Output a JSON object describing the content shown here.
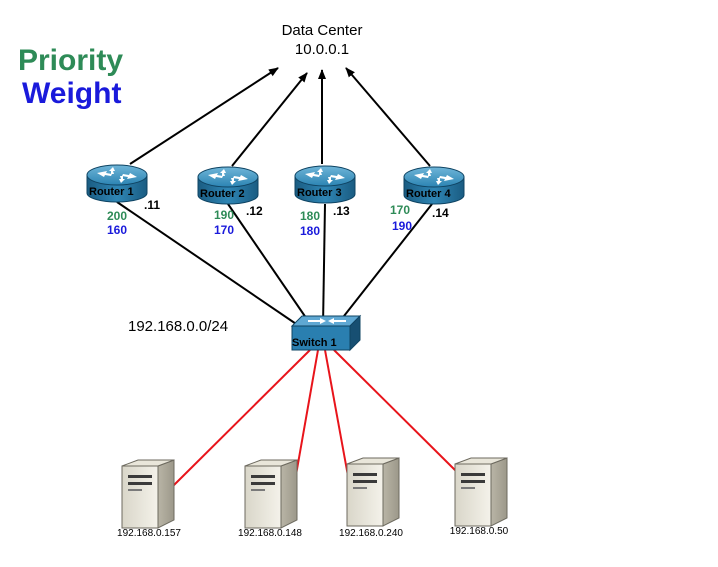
{
  "data_center": {
    "name": "Data Center",
    "address": "10.0.0.1"
  },
  "legend": {
    "priority": {
      "label": "Priority",
      "color": "#2e8b57"
    },
    "weight": {
      "label": "Weight",
      "color": "#1a1adb"
    }
  },
  "subnet": "192.168.0.0/24",
  "routers": [
    {
      "label": "Router 1",
      "suffix": ".11",
      "priority": "200",
      "weight": "160"
    },
    {
      "label": "Router 2",
      "suffix": ".12",
      "priority": "190",
      "weight": "170"
    },
    {
      "label": "Router 3",
      "suffix": ".13",
      "priority": "180",
      "weight": "180"
    },
    {
      "label": "Router 4",
      "suffix": ".14",
      "priority": "170",
      "weight": "190"
    }
  ],
  "switch": {
    "label": "Switch 1"
  },
  "servers": [
    {
      "ip": "192.168.0.157"
    },
    {
      "ip": "192.168.0.148"
    },
    {
      "ip": "192.168.0.240"
    },
    {
      "ip": "192.168.0.50"
    }
  ],
  "colors": {
    "device_blue": "#1f6f9c",
    "lan_link": "#e8141b",
    "uplink": "#000000"
  },
  "icons": {
    "router": "router-icon",
    "switch": "switch-icon",
    "server": "server-icon"
  }
}
